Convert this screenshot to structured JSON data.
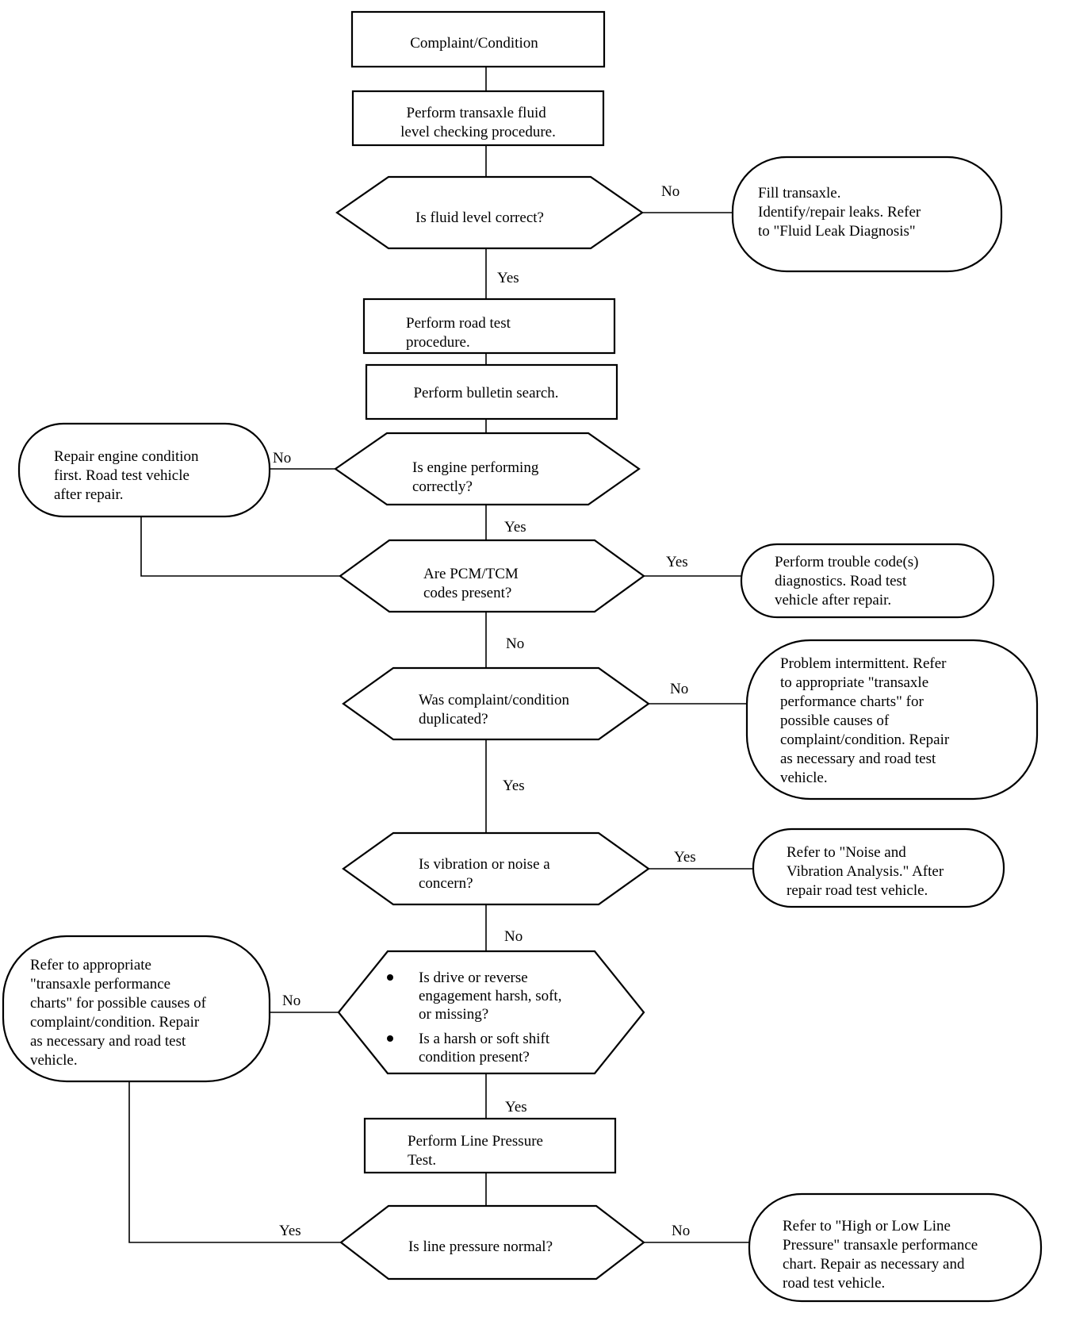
{
  "nodes": {
    "complaint": [
      "Complaint/Condition"
    ],
    "fluid_check": [
      "Perform transaxle fluid",
      "level checking procedure."
    ],
    "fluid_q": [
      "Is fluid level correct?"
    ],
    "fill": [
      "Fill transaxle.",
      "Identify/repair leaks. Refer",
      "to \"Fluid Leak Diagnosis\""
    ],
    "road_test": [
      "Perform road test",
      "procedure."
    ],
    "bulletin": [
      "Perform bulletin search."
    ],
    "engine_q": [
      "Is engine performing",
      "correctly?"
    ],
    "engine_repair": [
      "Repair engine condition",
      "first. Road test vehicle",
      "after repair."
    ],
    "codes_q": [
      "Are PCM/TCM",
      "codes present?"
    ],
    "codes_diag": [
      "Perform trouble code(s)",
      "diagnostics. Road test",
      "vehicle after repair."
    ],
    "dup_q": [
      "Was complaint/condition",
      "duplicated?"
    ],
    "intermittent": [
      "Problem intermittent. Refer",
      "to appropriate \"transaxle",
      "performance charts\" for",
      "possible causes of",
      "complaint/condition. Repair",
      "as necessary and road test",
      "vehicle."
    ],
    "vib_q": [
      "Is vibration or noise a",
      "concern?"
    ],
    "nva": [
      "Refer to \"Noise and",
      "Vibration Analysis.\" After",
      "repair road test vehicle."
    ],
    "engage_q": [
      "Is drive or reverse",
      "engagement harsh, soft,",
      "or missing?",
      "Is a harsh or soft shift",
      "condition present?"
    ],
    "perf_charts": [
      "Refer to appropriate",
      "\"transaxle performance",
      "charts\" for possible causes of",
      "complaint/condition. Repair",
      "as necessary and road test",
      "vehicle."
    ],
    "line_test": [
      "Perform Line Pressure",
      "Test."
    ],
    "line_q": [
      "Is line pressure normal?"
    ],
    "hilo": [
      "Refer to \"High or Low Line",
      "Pressure\" transaxle performance",
      "chart. Repair as necessary and",
      "road test vehicle."
    ]
  },
  "labels": {
    "fluid_no": "No",
    "fluid_yes": "Yes",
    "engine_no": "No",
    "engine_yes": "Yes",
    "codes_yes": "Yes",
    "codes_no": "No",
    "dup_no": "No",
    "dup_yes": "Yes",
    "vib_yes": "Yes",
    "vib_no": "No",
    "engage_no": "No",
    "engage_yes": "Yes",
    "line_yes": "Yes",
    "line_no": "No"
  }
}
